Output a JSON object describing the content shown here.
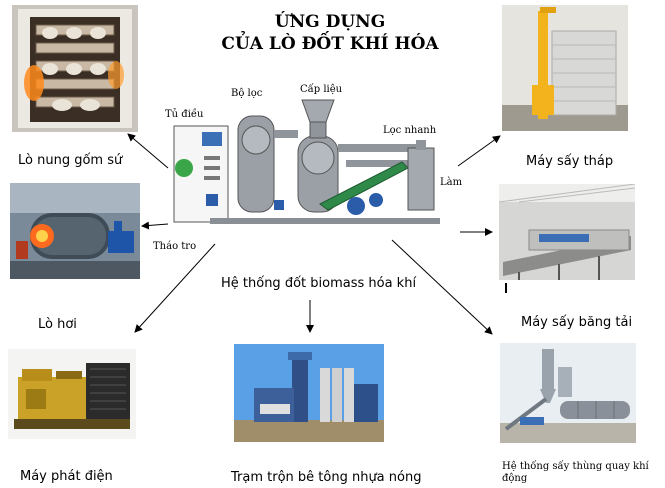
{
  "title": {
    "line1": "ỨNG DỤNG",
    "line2": "CỦA LÒ ĐỐT KHÍ HÓA"
  },
  "center": {
    "caption": "Hệ thống đốt biomass hóa khí",
    "parts": {
      "control": "Tủ điều",
      "filter": "Bộ lọc",
      "feed": "Cấp liệu",
      "quick_filter": "Lọc nhanh",
      "ash": "Tháo tro",
      "cool": "Làm"
    }
  },
  "applications": {
    "kiln": "Lò nung gốm sứ",
    "boiler": "Lò hơi",
    "generator": "Máy phát điện",
    "asphalt": "Trạm trộn bê tông nhựa nóng",
    "tower_dryer": "Máy sấy tháp",
    "belt_dryer": "Máy sấy băng tải",
    "rotary_dryer": "Hệ thống sấy thùng quay khí động"
  }
}
